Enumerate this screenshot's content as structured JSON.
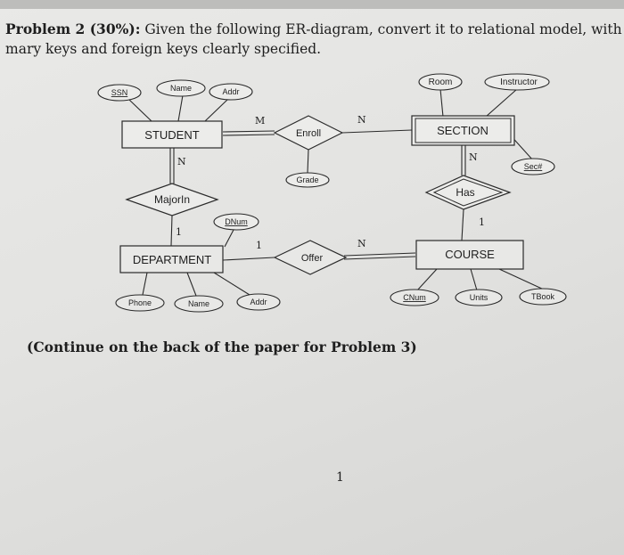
{
  "header": {
    "problem_label": "Problem 2 (30%):",
    "problem_text_1": " Given the following ER-diagram, convert it to relational model, with p",
    "problem_text_2": "mary keys and foreign keys clearly specified."
  },
  "diagram": {
    "entities": {
      "student": "STUDENT",
      "section": "SECTION",
      "department": "DEPARTMENT",
      "course": "COURSE"
    },
    "relationships": {
      "enroll": "Enroll",
      "majorin": "MajorIn",
      "has": "Has",
      "offer": "Offer"
    },
    "attributes": {
      "ssn": "SSN",
      "student_name": "Name",
      "student_addr": "Addr",
      "grade": "Grade",
      "room": "Room",
      "instructor": "Instructor",
      "sec_num": "Sec#",
      "dnum": "DNum",
      "phone": "Phone",
      "dept_name": "Name",
      "dept_addr": "Addr",
      "cnum": "CNum",
      "units": "Units",
      "tbook": "TBook"
    },
    "cardinalities": {
      "enroll_student": "M",
      "enroll_section": "N",
      "majorin_student": "N",
      "majorin_department": "1",
      "has_section": "N",
      "has_course": "1",
      "offer_department": "1",
      "offer_course": "N"
    }
  },
  "footer": {
    "continue_note": "(Continue on the back of the paper for Problem 3)",
    "page_number": "1"
  }
}
